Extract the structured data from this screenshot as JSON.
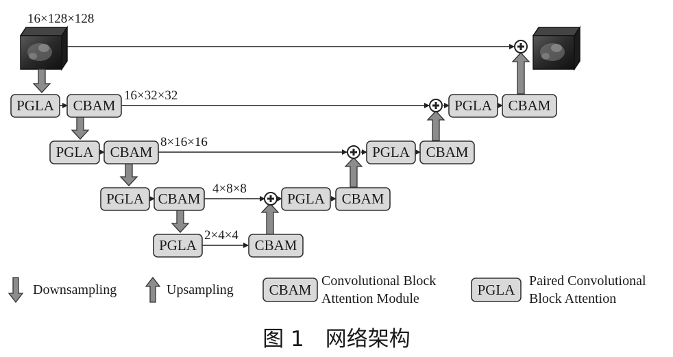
{
  "input_volume": {
    "dims": "16×128×128"
  },
  "levels": [
    {
      "pgla": "PGLA",
      "cbam": "CBAM",
      "dims": "16×32×32"
    },
    {
      "pgla": "PGLA",
      "cbam": "CBAM",
      "dims": "8×16×16"
    },
    {
      "pgla": "PGLA",
      "cbam": "CBAM",
      "dims": "4×8×8"
    }
  ],
  "bottleneck": {
    "pgla": "PGLA",
    "cbam": "CBAM",
    "dims": "2×4×4"
  },
  "decoder": [
    {
      "pgla": "PGLA",
      "cbam": "CBAM"
    },
    {
      "pgla": "PGLA",
      "cbam": "CBAM"
    },
    {
      "pgla": "PGLA",
      "cbam": "CBAM"
    }
  ],
  "legend": {
    "downsampling": "Downsampling",
    "upsampling": "Upsampling",
    "cbam_box": "CBAM",
    "cbam_desc_1": "Convolutional Block",
    "cbam_desc_2": "Attention Module",
    "pgla_box": "PGLA",
    "pgla_desc_1": "Paired Convolutional",
    "pgla_desc_2": "Block Attention"
  },
  "caption": "图 1　网络架构"
}
